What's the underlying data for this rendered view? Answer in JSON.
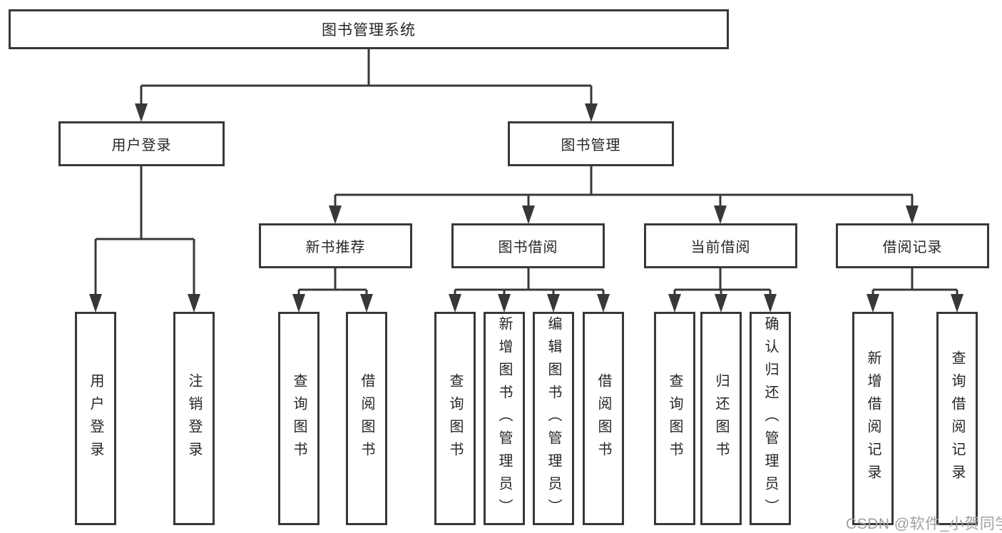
{
  "diagram": {
    "title": "图书管理系统",
    "root": {
      "label": "图书管理系统"
    },
    "level2": [
      {
        "label": "用户登录"
      },
      {
        "label": "图书管理"
      }
    ],
    "level3": [
      {
        "label": "新书推荐"
      },
      {
        "label": "图书借阅"
      },
      {
        "label": "当前借阅"
      },
      {
        "label": "借阅记录"
      }
    ],
    "leaves": {
      "user_login": [
        {
          "label": "用户登录"
        },
        {
          "label": "注销登录"
        }
      ],
      "new_books": [
        {
          "label": "查询图书"
        },
        {
          "label": "借阅图书"
        }
      ],
      "book_borrowing": [
        {
          "label": "查询图书"
        },
        {
          "label": "新增图书（管理员）"
        },
        {
          "label": "编辑图书（管理员）"
        },
        {
          "label": "借阅图书"
        }
      ],
      "current_borrowing": [
        {
          "label": "查询图书"
        },
        {
          "label": "归还图书"
        },
        {
          "label": "确认归还（管理员）"
        }
      ],
      "borrowing_records": [
        {
          "label": "新增借阅记录"
        },
        {
          "label": "查询借阅记录"
        }
      ]
    }
  },
  "watermark": {
    "text": "CSDN @软件_小贺同学"
  },
  "colors": {
    "line": "#383838",
    "box_border": "#383838",
    "box_fill": "#ffffff",
    "text": "#262626",
    "watermark": "#a0a0a0",
    "background": "#ffffff"
  }
}
